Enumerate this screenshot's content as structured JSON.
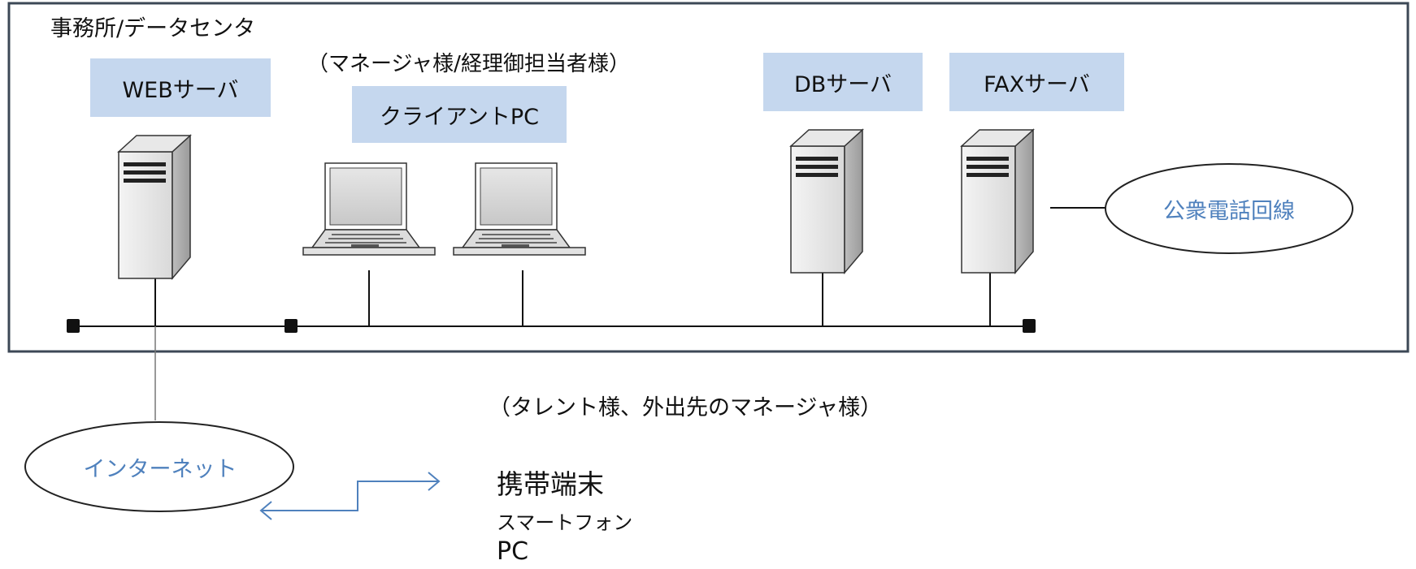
{
  "office": {
    "label": "事務所/データセンタ"
  },
  "client_users_note": "（マネージャ様/経理御担当者様）",
  "servers": {
    "web": "WEBサーバ",
    "db": "DBサーバ",
    "fax": "FAXサーバ"
  },
  "client_pc": {
    "label": "クライアントPC"
  },
  "phone_line": {
    "label": "公衆電話回線"
  },
  "internet": {
    "label": "インターネット"
  },
  "external_users_note": "（タレント様、外出先のマネージャ様）",
  "external_devices": [
    "携帯端末",
    "スマートフォン",
    "PC"
  ],
  "colors": {
    "box_fill": "#c5d7ee",
    "ellipse_text": "#4f81bd",
    "arrow": "#4f81bd",
    "frame": "#3c4856"
  }
}
